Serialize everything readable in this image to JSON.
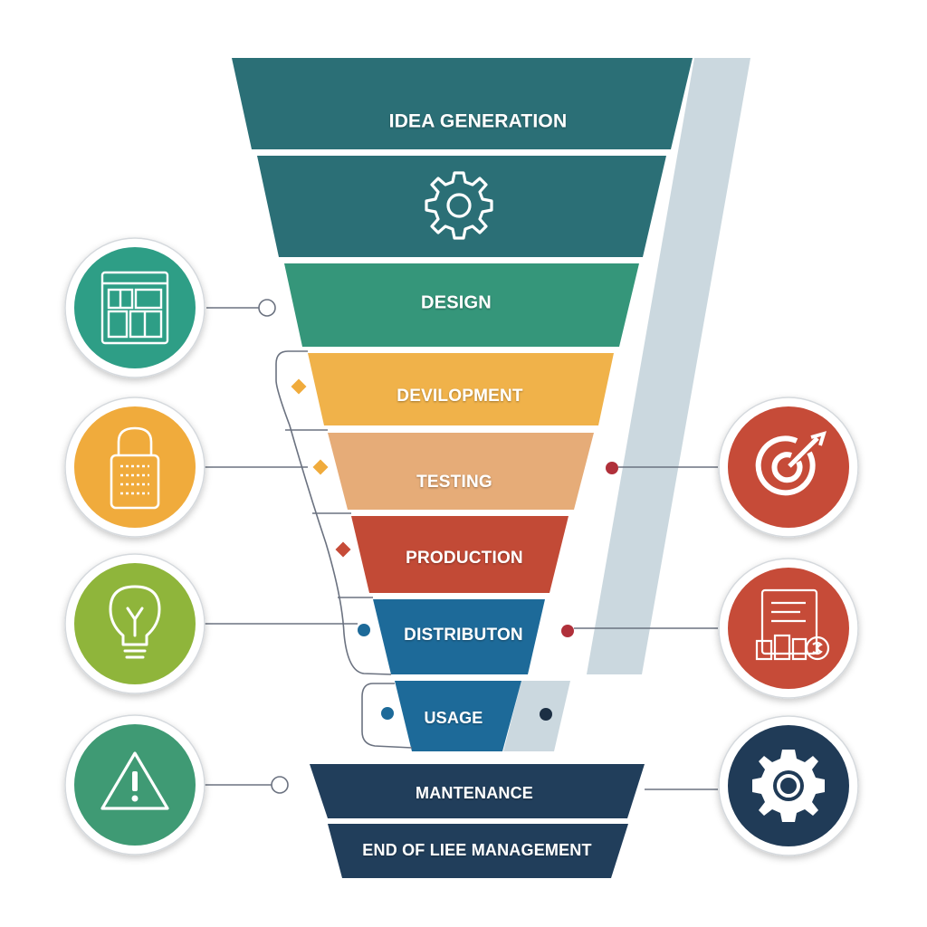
{
  "funnel": {
    "stages": [
      {
        "label": "IDEA GENERATION",
        "color": "#2b6f76"
      },
      {
        "label": "",
        "icon": "gear-icon",
        "color": "#2b6f76"
      },
      {
        "label": "DESIGN",
        "color": "#35967a"
      },
      {
        "label": "DEVILOPMENT",
        "color": "#f0b24a"
      },
      {
        "label": "TESTING",
        "color": "#e6ac78"
      },
      {
        "label": "PRODUCTION",
        "color": "#c24a36"
      },
      {
        "label": "DISTRIBUTON",
        "color": "#1d6a99"
      },
      {
        "label": "USAGE",
        "color": "#1d6a99"
      },
      {
        "label": "MANTENANCE",
        "color": "#213e5b"
      },
      {
        "label": "END OF LIEE MANAGEMENT",
        "color": "#213e5b"
      }
    ],
    "side_band_color": "#cbd8df"
  },
  "left_icons": [
    {
      "name": "blueprint-icon",
      "color": "#2e9e86"
    },
    {
      "name": "padlock-icon",
      "color": "#f0ab3c"
    },
    {
      "name": "lightbulb-icon",
      "color": "#8fb53b"
    },
    {
      "name": "warning-icon",
      "color": "#3f9a74"
    }
  ],
  "right_icons": [
    {
      "name": "target-icon",
      "color": "#c64b38"
    },
    {
      "name": "document-budget-icon",
      "color": "#c64b38"
    },
    {
      "name": "gear-icon",
      "color": "#203b57"
    }
  ],
  "connector_color": "#6b7280"
}
